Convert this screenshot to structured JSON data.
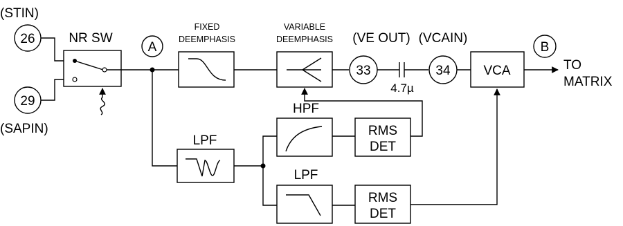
{
  "pins": {
    "stin": {
      "number": "26",
      "name": "(STIN)"
    },
    "sapin": {
      "number": "29",
      "name": "(SAPIN)"
    },
    "ve_out": {
      "number": "33",
      "name": "(VE OUT)"
    },
    "vcain": {
      "number": "34",
      "name": "(VCAIN)"
    }
  },
  "nodes": {
    "a": "A",
    "b": "B"
  },
  "blocks": {
    "nr_sw": "NR SW",
    "fixed_deemphasis": [
      "FIXED",
      "DEEMPHASIS"
    ],
    "variable_deemphasis": [
      "VARIABLE",
      "DEEMPHASIS"
    ],
    "vca": "VCA",
    "lpf_main": "LPF",
    "hpf": "HPF",
    "lpf_side": "LPF",
    "rms_det_top": [
      "RMS",
      "DET"
    ],
    "rms_det_bottom": [
      "RMS",
      "DET"
    ]
  },
  "capacitor_value": "4.7µ",
  "output": [
    "TO",
    "MATRIX"
  ]
}
